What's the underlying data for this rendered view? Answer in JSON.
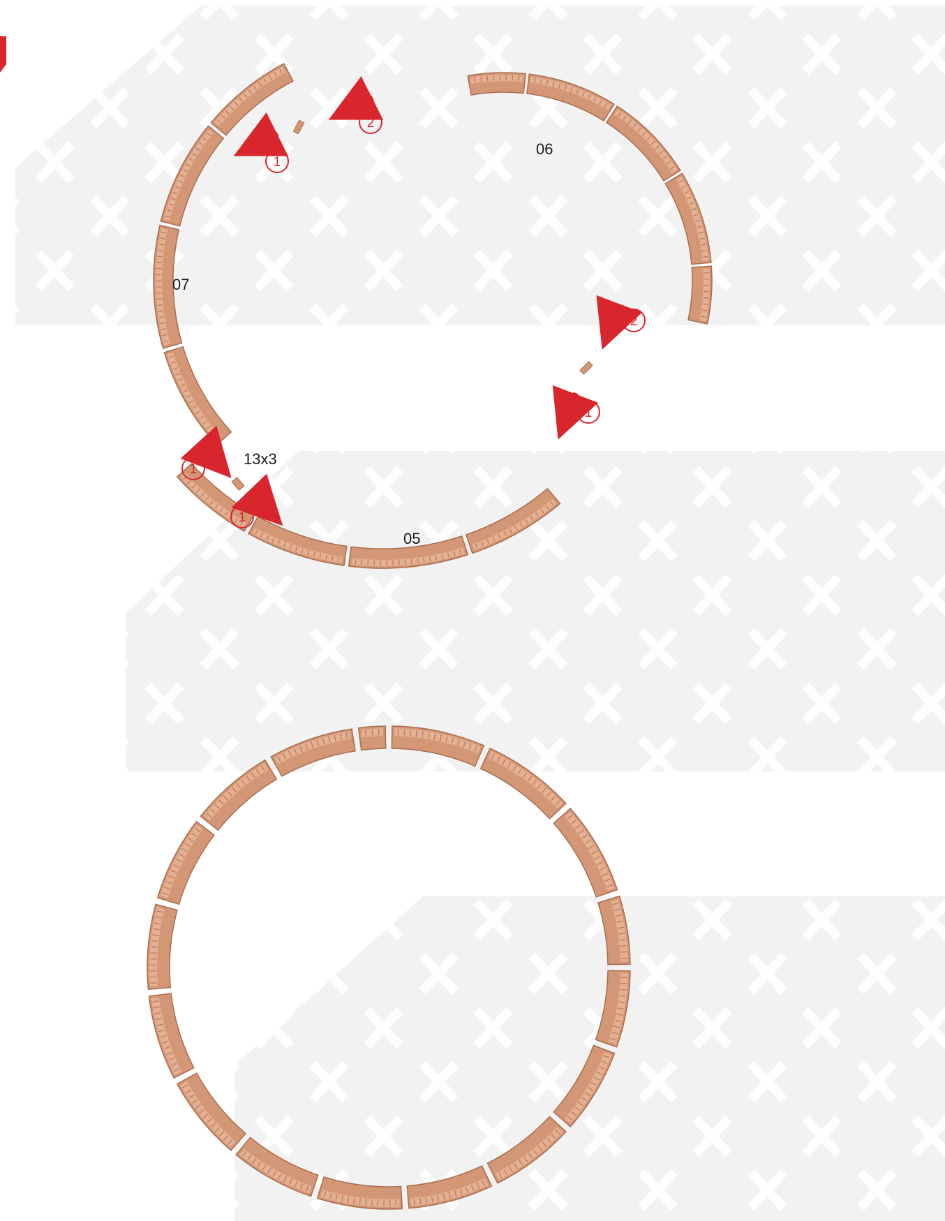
{
  "labels": {
    "part_06": "06",
    "part_07": "07",
    "part_05": "05",
    "connector_qty": "13x3"
  },
  "steps": {
    "s1a": "1",
    "s2a": "2",
    "s2b": "2",
    "s1b": "1",
    "s1c": "1",
    "s1d": "1"
  },
  "colors": {
    "brick": "#d39776",
    "brick_light": "#e8b799",
    "brick_dark": "#a96d4f",
    "arrow": "#d9262c",
    "panel": "#f2f2f2",
    "panel_mark": "#ffffff"
  }
}
